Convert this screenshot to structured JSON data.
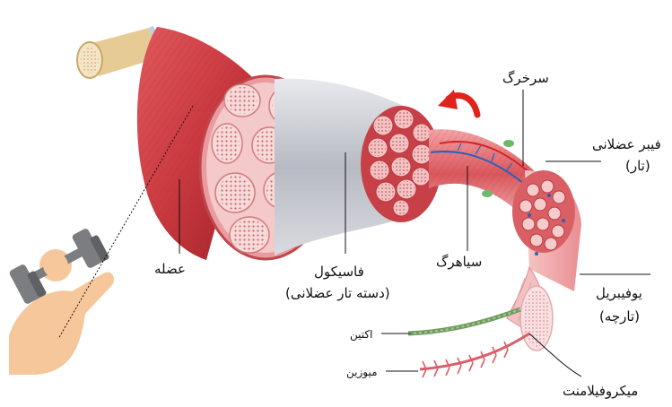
{
  "labels": {
    "muscle": "عضله",
    "fascicle": "فاسیکول",
    "fascicle_sub": "(دسته تار عضلانی)",
    "vein": "سیاهرگ",
    "artery": "سرخرگ",
    "fiber": "فیبر عضلانی",
    "fiber_sub": "(تار)",
    "myofibril": "یوفیبریل",
    "myofibril_sub": "(تارچه)",
    "actin": "اکتین",
    "myosin": "میوزین",
    "microfilament": "میکروفیلامنت"
  },
  "colors": {
    "muscle_red": "#c9393f",
    "muscle_dark": "#a5262c",
    "section_pink": "#f2c1c3",
    "fascicle_fill": "#f7d7d6",
    "sheath_gray": "#c8cbd2",
    "vein_blue": "#2a5fb8",
    "arrow_red": "#e0231b",
    "skin": "#f6c79a",
    "dumbbell": "#7b7d80",
    "actin_green": "#6f9b5f",
    "tendon": "#e6cc94"
  }
}
